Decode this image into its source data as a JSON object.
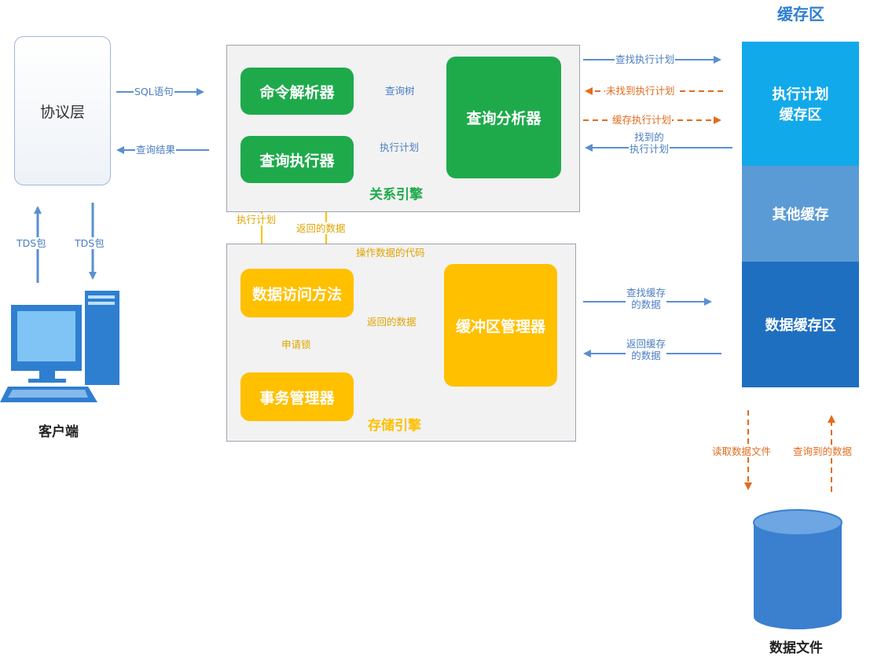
{
  "cache_area": {
    "title": "缓存区",
    "plan_cache": "执行计划\n缓存区",
    "other_cache": "其他缓存",
    "data_cache": "数据缓存区"
  },
  "client": {
    "protocol_layer": "协议层",
    "label": "客户端",
    "tds_up": "TDS包",
    "tds_down": "TDS包",
    "sql_statement": "SQL语句",
    "query_result": "查询结果"
  },
  "relational_engine": {
    "title": "关系引擎",
    "command_parser": "命令解析器",
    "query_executor": "查询执行器",
    "query_analyzer": "查询分析器",
    "query_tree": "查询树",
    "exec_plan": "执行计划"
  },
  "storage_engine": {
    "title": "存储引擎",
    "data_access": "数据访问方法",
    "transaction_mgr": "事务管理器",
    "buffer_mgr": "缓冲区管理器",
    "op_code": "操作数据的代码",
    "returned_data": "返回的数据",
    "request_lock": "申请锁"
  },
  "between_engines": {
    "exec_plan": "执行计划",
    "returned_data": "返回的数据"
  },
  "plan_flow": {
    "find_plan": "查找执行计划",
    "not_found": "未找到执行计划",
    "cache_plan": "缓存执行计划",
    "found_plan": "找到的\n执行计划"
  },
  "data_flow": {
    "find_cache": "查找缓存\n的数据",
    "return_cache": "返回缓存\n的数据",
    "read_file": "读取数据文件",
    "queried_data": "查询到的数据",
    "data_file": "数据文件"
  },
  "colors": {
    "green": "#1eaa4b",
    "yellow": "#ffc000",
    "plan_cache": "#12a9ea",
    "other_cache": "#5b9bd5",
    "data_cache": "#1f6fc1",
    "blue_arrow": "#5b8fd0",
    "orange_arrow": "#e36c1e"
  }
}
